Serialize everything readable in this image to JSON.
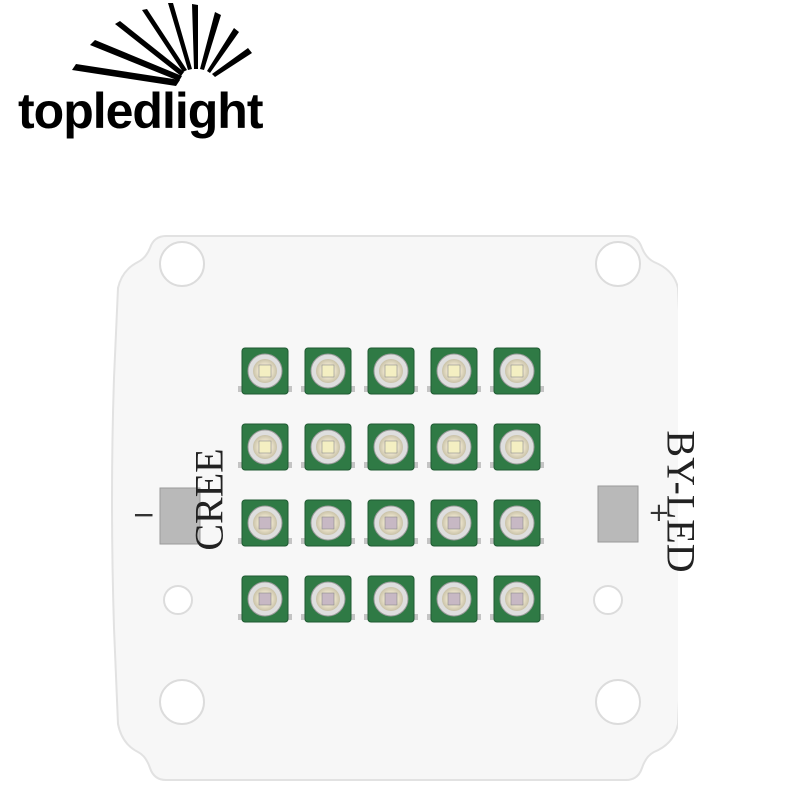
{
  "logo": {
    "brand": "topledlight",
    "icon": "sunburst-rays-icon"
  },
  "board": {
    "left_label": "CREE",
    "right_label": "BY-LED",
    "negative_symbol": "−",
    "positive_symbol": "+",
    "led_rows": 4,
    "led_cols": 5
  }
}
